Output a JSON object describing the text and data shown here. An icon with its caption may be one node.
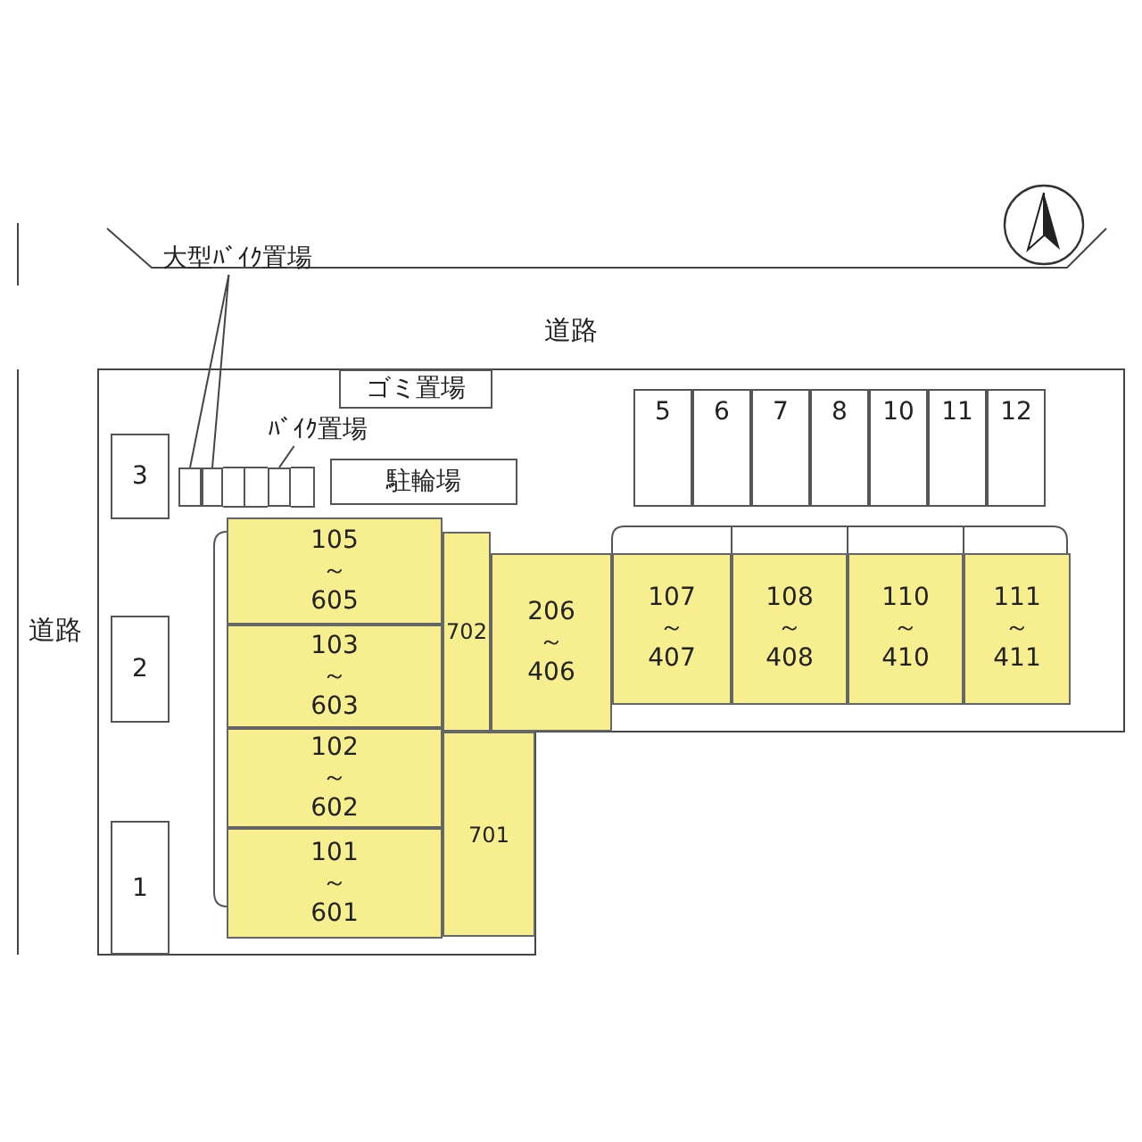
{
  "diagram": {
    "nodes": [
      {
        "text": [
          "大型ﾊﾞｲｸ置場"
        ]
      },
      {
        "text": [
          "ゴミ置場"
        ]
      },
      {
        "text": [
          "ﾊﾞｲｸ置場"
        ]
      },
      {
        "text": [
          "3"
        ]
      },
      {
        "text": [
          "5"
        ]
      },
      {
        "text": [
          "6"
        ]
      },
      {
        "text": [
          "7"
        ]
      },
      {
        "text": [
          "8"
        ]
      },
      {
        "text": [
          "10"
        ]
      },
      {
        "text": [
          "11"
        ]
      },
      {
        "text": [
          "12"
        ]
      },
      {
        "text": [
          "駐輪場"
        ]
      },
      {
        "text": [],
        "shape": "box"
      },
      {
        "text": [],
        "shape": "box"
      },
      {
        "text": [],
        "shape": "box"
      },
      {
        "text": [
          "105 ～ 605"
        ]
      },
      {
        "text": [
          "702"
        ]
      },
      {
        "text": [
          "206 ～ 406"
        ]
      },
      {
        "text": [
          "107 ～ 407"
        ]
      },
      {
        "text": [
          "108 ～ 408"
        ]
      },
      {
        "text": [
          "110 ～ 410"
        ]
      },
      {
        "text": [
          "111 ～ 411"
        ]
      },
      {
        "text": [
          "103 ～ 603"
        ]
      },
      {
        "text": [
          "2"
        ]
      },
      {
        "text": [
          "102 ～ 602"
        ]
      },
      {
        "text": [
          "701"
        ]
      },
      {
        "text": [
          "101 ～ 601"
        ]
      },
      {
        "text": [
          "1"
        ]
      }
    ],
    "edges": [
      {
        "from": 0,
        "to": 12,
        "arrow": "none"
      },
      {
        "from": 0,
        "to": 13,
        "arrow": "none"
      },
      {
        "from": 2,
        "to": 14,
        "arrow": "none"
      }
    ],
    "labels": [
      "道路",
      "道路"
    ]
  }
}
